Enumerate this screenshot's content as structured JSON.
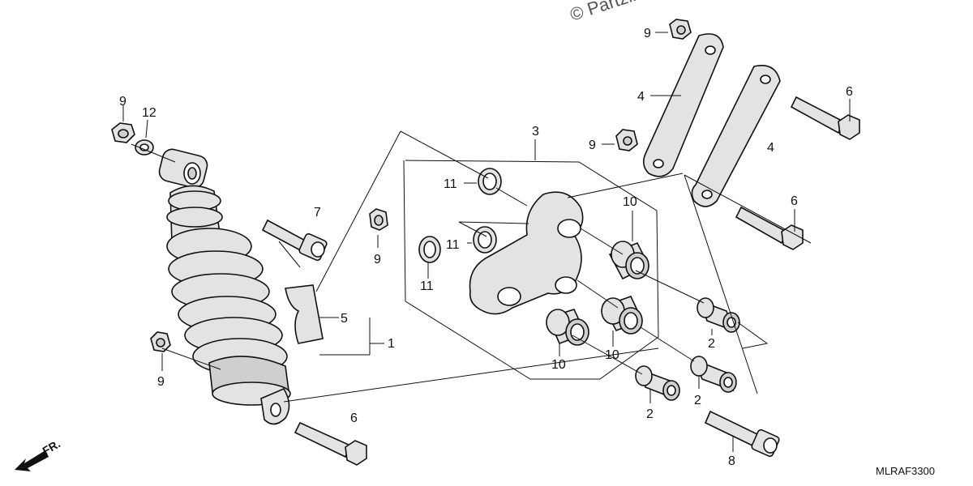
{
  "watermark": "© Partzilla.com",
  "diagram_code": "MLRAF3300",
  "front_arrow_label": "FR.",
  "callouts": [
    "9",
    "12",
    "7",
    "9",
    "9",
    "5",
    "1",
    "6",
    "11",
    "11",
    "11",
    "3",
    "10",
    "10",
    "10",
    "9",
    "9",
    "4",
    "4",
    "6",
    "6",
    "2",
    "2",
    "2",
    "8"
  ],
  "parts": {
    "shock_absorber": "shock-absorber",
    "link_body": "shock-arm-link",
    "rods": "link-rods"
  }
}
